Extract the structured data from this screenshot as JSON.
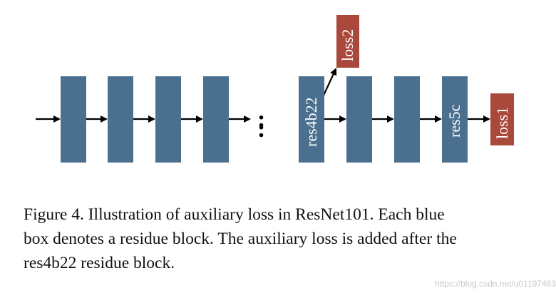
{
  "diagram": {
    "block_labels": {
      "res4b22": "res4b22",
      "res5c": "res5c"
    },
    "loss_labels": {
      "loss1": "loss1",
      "loss2": "loss2"
    },
    "ellipsis": ":",
    "colors": {
      "block": "#4a6f8f",
      "loss": "#a9483b",
      "arrow": "#000000"
    }
  },
  "caption": {
    "lines": [
      "Figure 4. Illustration of auxiliary loss in ResNet101.  Each blue",
      "box denotes a residue block. The auxiliary loss is added after the",
      "res4b22 residue block."
    ]
  },
  "watermark": "https://blog.csdn.net/u01197463"
}
